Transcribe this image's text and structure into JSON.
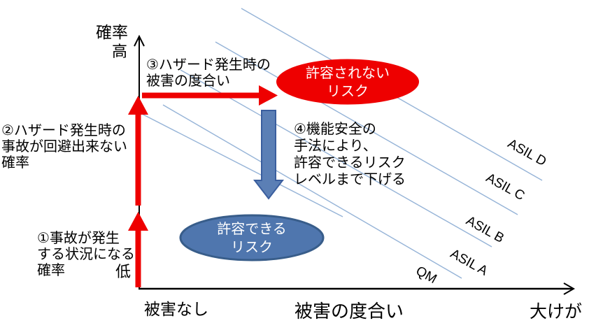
{
  "title": "ASIL risk graph (probability vs degree of damage)",
  "colors": {
    "red": "#ee0000",
    "blue_fill": "#4f76ae",
    "blue_border": "#385d8a",
    "arrow_blue_fill": "#5b7fb5",
    "arrow_blue_border": "#3a5e9e",
    "diagonal_line": "#95b3d7",
    "axis": "#000000",
    "text": "#000000"
  },
  "axes": {
    "y_title": "確率",
    "y_high_label": "高",
    "y_low_label": "低",
    "x_origin_label": "被害なし",
    "x_title": "被害の度合い",
    "x_max_label": "大けが"
  },
  "annotations": {
    "step1": "①事故が発生\nする状況になる\n確率",
    "step2": "②ハザード発生時の\n事故が回避出来ない\n確率",
    "step3": "③ハザード発生時の\n被害の度合い",
    "step4": "④機能安全の\n手法により、\n許容できるリスク\nレベルまで下げる"
  },
  "ellipses": {
    "unacceptable": {
      "label": "許容されない\nリスク"
    },
    "acceptable": {
      "label": "許容できる\nリスク"
    }
  },
  "asil_levels": [
    {
      "label": "QM"
    },
    {
      "label": "ASIL A"
    },
    {
      "label": "ASIL B"
    },
    {
      "label": "ASIL C"
    },
    {
      "label": "ASIL D"
    }
  ]
}
